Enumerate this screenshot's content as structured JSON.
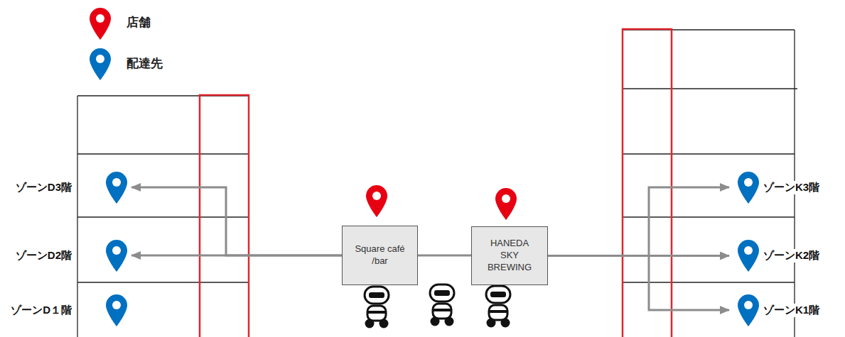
{
  "diagram": {
    "nodes": [
      {
        "text": [
          "ゾーンD3階"
        ]
      },
      {
        "text": [
          "ゾーンD2階"
        ]
      },
      {
        "text": [
          "ゾーンD１階"
        ]
      },
      {
        "text": [
          "Square café /bar"
        ]
      },
      {
        "text": [
          "HANEDA SKY BREWING"
        ]
      },
      {
        "text": [
          "ゾーンK3階"
        ]
      },
      {
        "text": [
          "ゾーンK2階"
        ]
      },
      {
        "text": [
          "ゾーンK1階"
        ]
      }
    ],
    "edges": [
      {
        "from": 3,
        "to": 0,
        "arrow": "to"
      },
      {
        "from": 3,
        "to": 1,
        "arrow": "to"
      },
      {
        "from": 3,
        "to": 4,
        "arrow": "none"
      },
      {
        "from": 4,
        "to": 5,
        "arrow": "to"
      },
      {
        "from": 4,
        "to": 6,
        "arrow": "to"
      },
      {
        "from": 4,
        "to": 7,
        "arrow": "to"
      }
    ],
    "legend": [
      {
        "text": "店舗"
      },
      {
        "text": "配達先"
      }
    ]
  }
}
